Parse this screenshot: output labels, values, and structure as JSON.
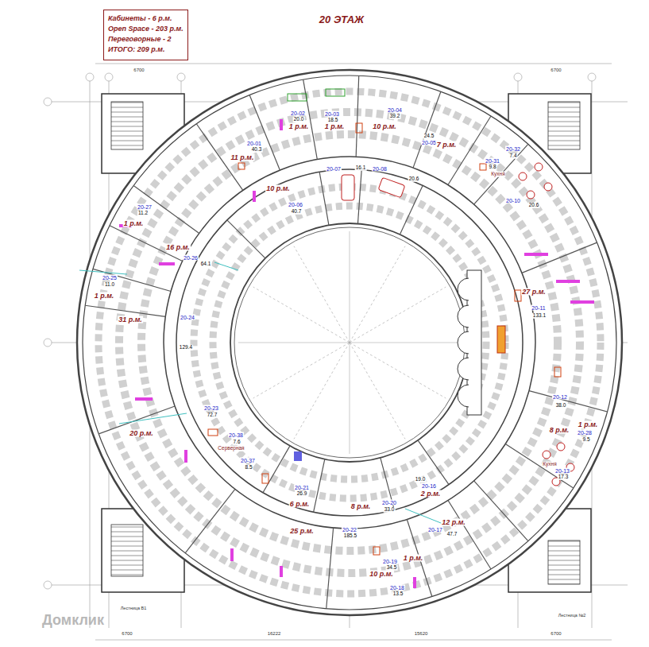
{
  "diagram": {
    "title": "20 ЭТАЖ",
    "nodes": [
      {
        "text": [
          "Кабинеты - 6 р.м.",
          "Open Space - 203 р.м.",
          "Переговорные - 2",
          "ИТОГО: 209 р.м."
        ]
      }
    ],
    "labels": [
      "20-01",
      "40.3",
      "11 р.м.",
      "20-02",
      "20.0",
      "1 р.м.",
      "20-03",
      "18.5",
      "1 р.м.",
      "20-04",
      "39.2",
      "10 р.м.",
      "24.5",
      "20-05",
      "7 р.м.",
      "20-06",
      "40.7",
      "10 р.м.",
      "20-07",
      "16.1",
      "20-08",
      "20.6",
      "20-32",
      "7.4",
      "20-31",
      "9.8",
      "Кухня",
      "20-10",
      "20.6",
      "20-27",
      "11.2",
      "1 р.м.",
      "16 р.м.",
      "20-26",
      "64.1",
      "20-25",
      "11.0",
      "1 р.м.",
      "31 р.м.",
      "20-24",
      "129.4",
      "27 р.м.",
      "20-11",
      "133.1",
      "20-12",
      "38.0",
      "8 р.м.",
      "1 р.м.",
      "20-28",
      "9.5",
      "Кухня",
      "20-13",
      "17.3",
      "20 р.м.",
      "20-23",
      "72.7",
      "20-38",
      "7.6",
      "Серверная",
      "20-37",
      "8.5",
      "20-21",
      "26.9",
      "6 р.м.",
      "8 р.м.",
      "20-20",
      "33.0",
      "19.0",
      "20-16",
      "2 р.м.",
      "12 р.м.",
      "20-17",
      "47.7",
      "25 р.м.",
      "20-22",
      "185.5",
      "20-19",
      "34.5",
      "10 р.м.",
      "1 р.м.",
      "20-18",
      "13.5",
      "Лестница В1",
      "Лестница №2",
      "Домклик",
      "6700",
      "6700",
      "16222",
      "15620",
      "6700",
      "6700"
    ]
  }
}
